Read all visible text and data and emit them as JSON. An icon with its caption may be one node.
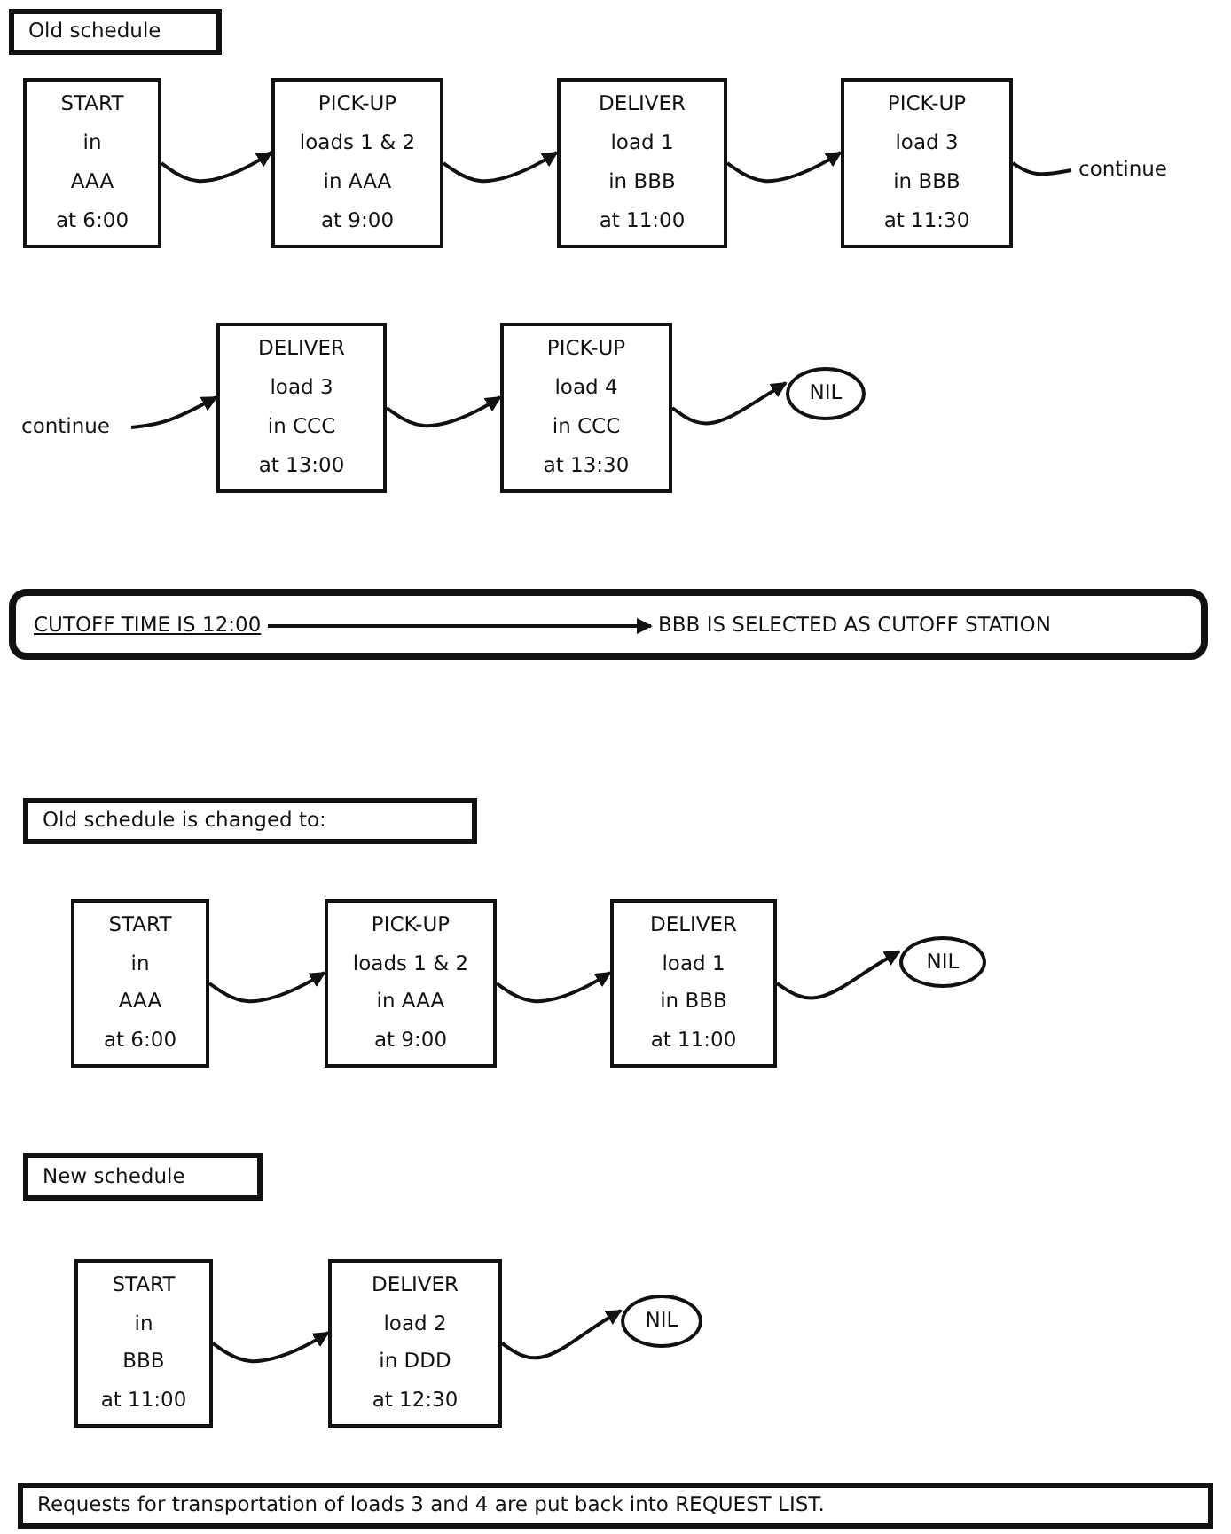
{
  "diagram": {
    "nodes": [
      {
        "text": [
          "Old schedule"
        ]
      },
      {
        "text": [
          "START",
          "in",
          "AAA",
          "at 6:00"
        ]
      },
      {
        "text": [
          "PICK-UP",
          "loads 1 & 2",
          "in AAA",
          "at 9:00"
        ]
      },
      {
        "text": [
          "DELIVER",
          "load 1",
          "in BBB",
          "at 11:00"
        ]
      },
      {
        "text": [
          "PICK-UP",
          "load 3",
          "in BBB",
          "at 11:30"
        ]
      },
      {
        "text": [
          "continue"
        ]
      },
      {
        "text": [
          "continue"
        ]
      },
      {
        "text": [
          "DELIVER",
          "load 3",
          "in CCC",
          "at 13:00"
        ]
      },
      {
        "text": [
          "PICK-UP",
          "load 4",
          "in CCC",
          "at 13:30"
        ]
      },
      {
        "text": [
          "NIL"
        ]
      },
      {
        "text": [],
        "shape": "box"
      },
      {
        "text": [
          "CUTOFF TIME IS 12:00"
        ],
        "in": 10
      },
      {
        "text": [
          "BBB IS SELECTED AS CUTOFF STATION"
        ],
        "in": 10
      },
      {
        "text": [
          "Old schedule is changed to:"
        ]
      },
      {
        "text": [
          "START",
          "in",
          "AAA",
          "at 6:00"
        ]
      },
      {
        "text": [
          "PICK-UP",
          "loads 1 & 2",
          "in AAA",
          "at 9:00"
        ]
      },
      {
        "text": [
          "DELIVER",
          "load 1",
          "in BBB",
          "at 11:00"
        ]
      },
      {
        "text": [
          "NIL"
        ]
      },
      {
        "text": [
          "New schedule"
        ]
      },
      {
        "text": [
          "START",
          "in",
          "BBB",
          "at 11:00"
        ]
      },
      {
        "text": [
          "DELIVER",
          "load 2",
          "in DDD",
          "at 12:30"
        ]
      },
      {
        "text": [
          "NIL"
        ]
      },
      {
        "text": [
          "Requests for transportation of loads 3 and 4 are put back into REQUEST LIST."
        ]
      }
    ],
    "edges": [
      {
        "from": 1,
        "to": 2,
        "arrow": "to"
      },
      {
        "from": 2,
        "to": 3,
        "arrow": "to"
      },
      {
        "from": 3,
        "to": 4,
        "arrow": "to"
      },
      {
        "from": 4,
        "to": 5,
        "arrow": "none"
      },
      {
        "from": 6,
        "to": 7,
        "arrow": "to"
      },
      {
        "from": 7,
        "to": 8,
        "arrow": "to"
      },
      {
        "from": 8,
        "to": 9,
        "arrow": "to"
      },
      {
        "from": 11,
        "to": 12,
        "arrow": "to"
      },
      {
        "from": 14,
        "to": 15,
        "arrow": "to"
      },
      {
        "from": 15,
        "to": 16,
        "arrow": "to"
      },
      {
        "from": 16,
        "to": 17,
        "arrow": "to"
      },
      {
        "from": 19,
        "to": 20,
        "arrow": "to"
      },
      {
        "from": 20,
        "to": 21,
        "arrow": "to"
      }
    ]
  }
}
